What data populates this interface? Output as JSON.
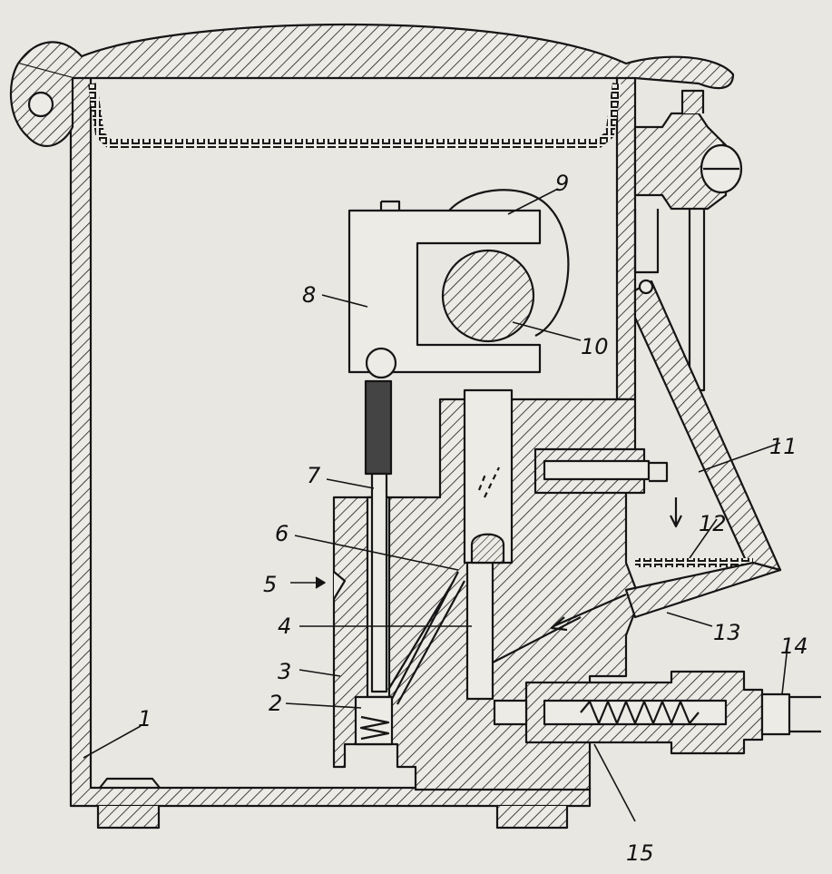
{
  "figure": {
    "labels": [
      "1",
      "2",
      "3",
      "4",
      "5",
      "6",
      "7",
      "8",
      "9",
      "10",
      "11",
      "12",
      "13",
      "14",
      "15"
    ]
  },
  "colors": {
    "paper": "#e9e7e2",
    "ink": "#151515"
  }
}
